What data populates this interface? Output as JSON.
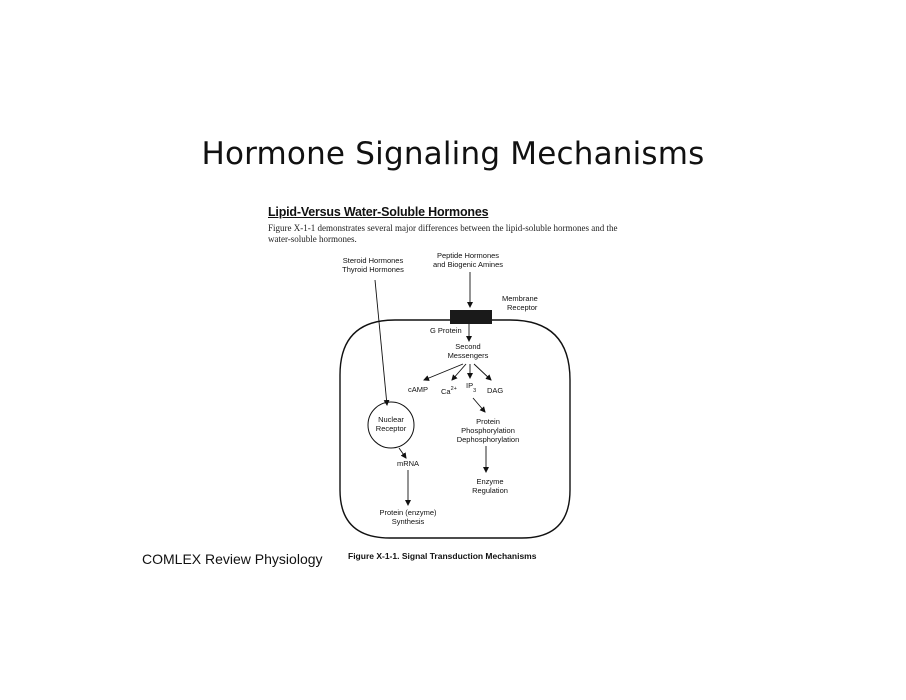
{
  "slide": {
    "title": "Hormone Signaling Mechanisms",
    "source": "COMLEX Review Physiology"
  },
  "figure": {
    "heading": "Lipid-Versus Water-Soluble Hormones",
    "intro": "Figure X-1-1 demonstrates several major differences between the lipid-soluble hormones and the water-soluble hormones.",
    "caption": "Figure X-1-1. Signal Transduction Mechanisms",
    "labels": {
      "steroid_1": "Steroid Hormones",
      "steroid_2": "Thyroid Hormones",
      "peptide_1": "Peptide Hormones",
      "peptide_2": "and Biogenic Amines",
      "membrane_1": "Membrane",
      "membrane_2": "Receptor",
      "g_protein": "G Protein",
      "second_1": "Second",
      "second_2": "Messengers",
      "camp": "cAMP",
      "ca": "Ca",
      "ca_sup": "2+",
      "ip": "IP",
      "ip_sub": "3",
      "dag": "DAG",
      "nuclear_1": "Nuclear",
      "nuclear_2": "Receptor",
      "mrna": "mRNA",
      "protein_1": "Protein (enzyme)",
      "protein_2": "Synthesis",
      "phos_1": "Protein",
      "phos_2": "Phosphorylation",
      "phos_3": "Dephosphorylation",
      "enzyme_1": "Enzyme",
      "enzyme_2": "Regulation"
    }
  }
}
